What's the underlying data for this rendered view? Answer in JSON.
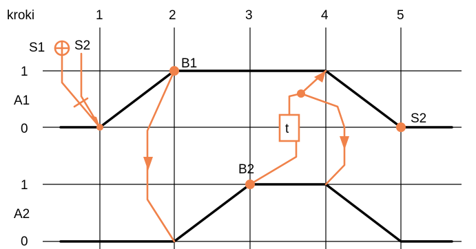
{
  "header": {
    "steps_label": "kroki",
    "steps": [
      "1",
      "2",
      "3",
      "4",
      "5"
    ]
  },
  "rows": [
    {
      "name": "A1",
      "level_high": "1",
      "level_low": "0"
    },
    {
      "name": "A2",
      "level_high": "1",
      "level_low": "0"
    }
  ],
  "signals": {
    "s1": "S1",
    "s2": "S2",
    "b1": "B1",
    "b2": "B2",
    "s2_end": "S2"
  },
  "timer": {
    "label": "t"
  },
  "colors": {
    "signal": "#f0824a",
    "motion": "#000000",
    "grid": "#000000"
  }
}
